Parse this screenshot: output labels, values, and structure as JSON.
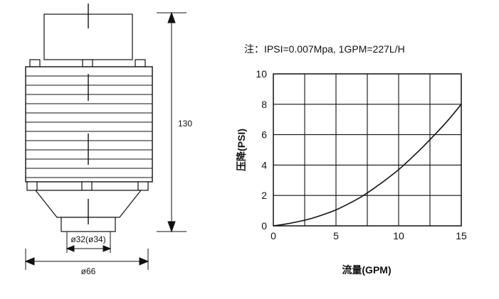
{
  "drawing": {
    "height_dim": "130",
    "inner_dia_dim": "ø32(ø34)",
    "outer_dia_dim": "ø66"
  },
  "chart": {
    "note": "注：IPSI=0.007Mpa, 1GPM=227L/H",
    "xlabel": "流量(GPM)",
    "ylabel": "压降(PSI)"
  },
  "chart_data": {
    "type": "line",
    "title": "",
    "xlabel": "流量(GPM)",
    "ylabel": "压降(PSI)",
    "xlim": [
      0,
      15
    ],
    "ylim": [
      0,
      10
    ],
    "x_ticks": [
      0,
      5,
      10,
      15
    ],
    "y_ticks": [
      0,
      2,
      4,
      6,
      8,
      10
    ],
    "grid": true,
    "series": [
      {
        "x": [
          0,
          1,
          2,
          3,
          4,
          5,
          6,
          7,
          8,
          9,
          10,
          11,
          12,
          13,
          14,
          15
        ],
        "y": [
          0,
          0.12,
          0.28,
          0.48,
          0.74,
          1.05,
          1.45,
          1.9,
          2.45,
          3.05,
          3.7,
          4.45,
          5.25,
          6.1,
          7.0,
          8.0
        ]
      }
    ]
  }
}
